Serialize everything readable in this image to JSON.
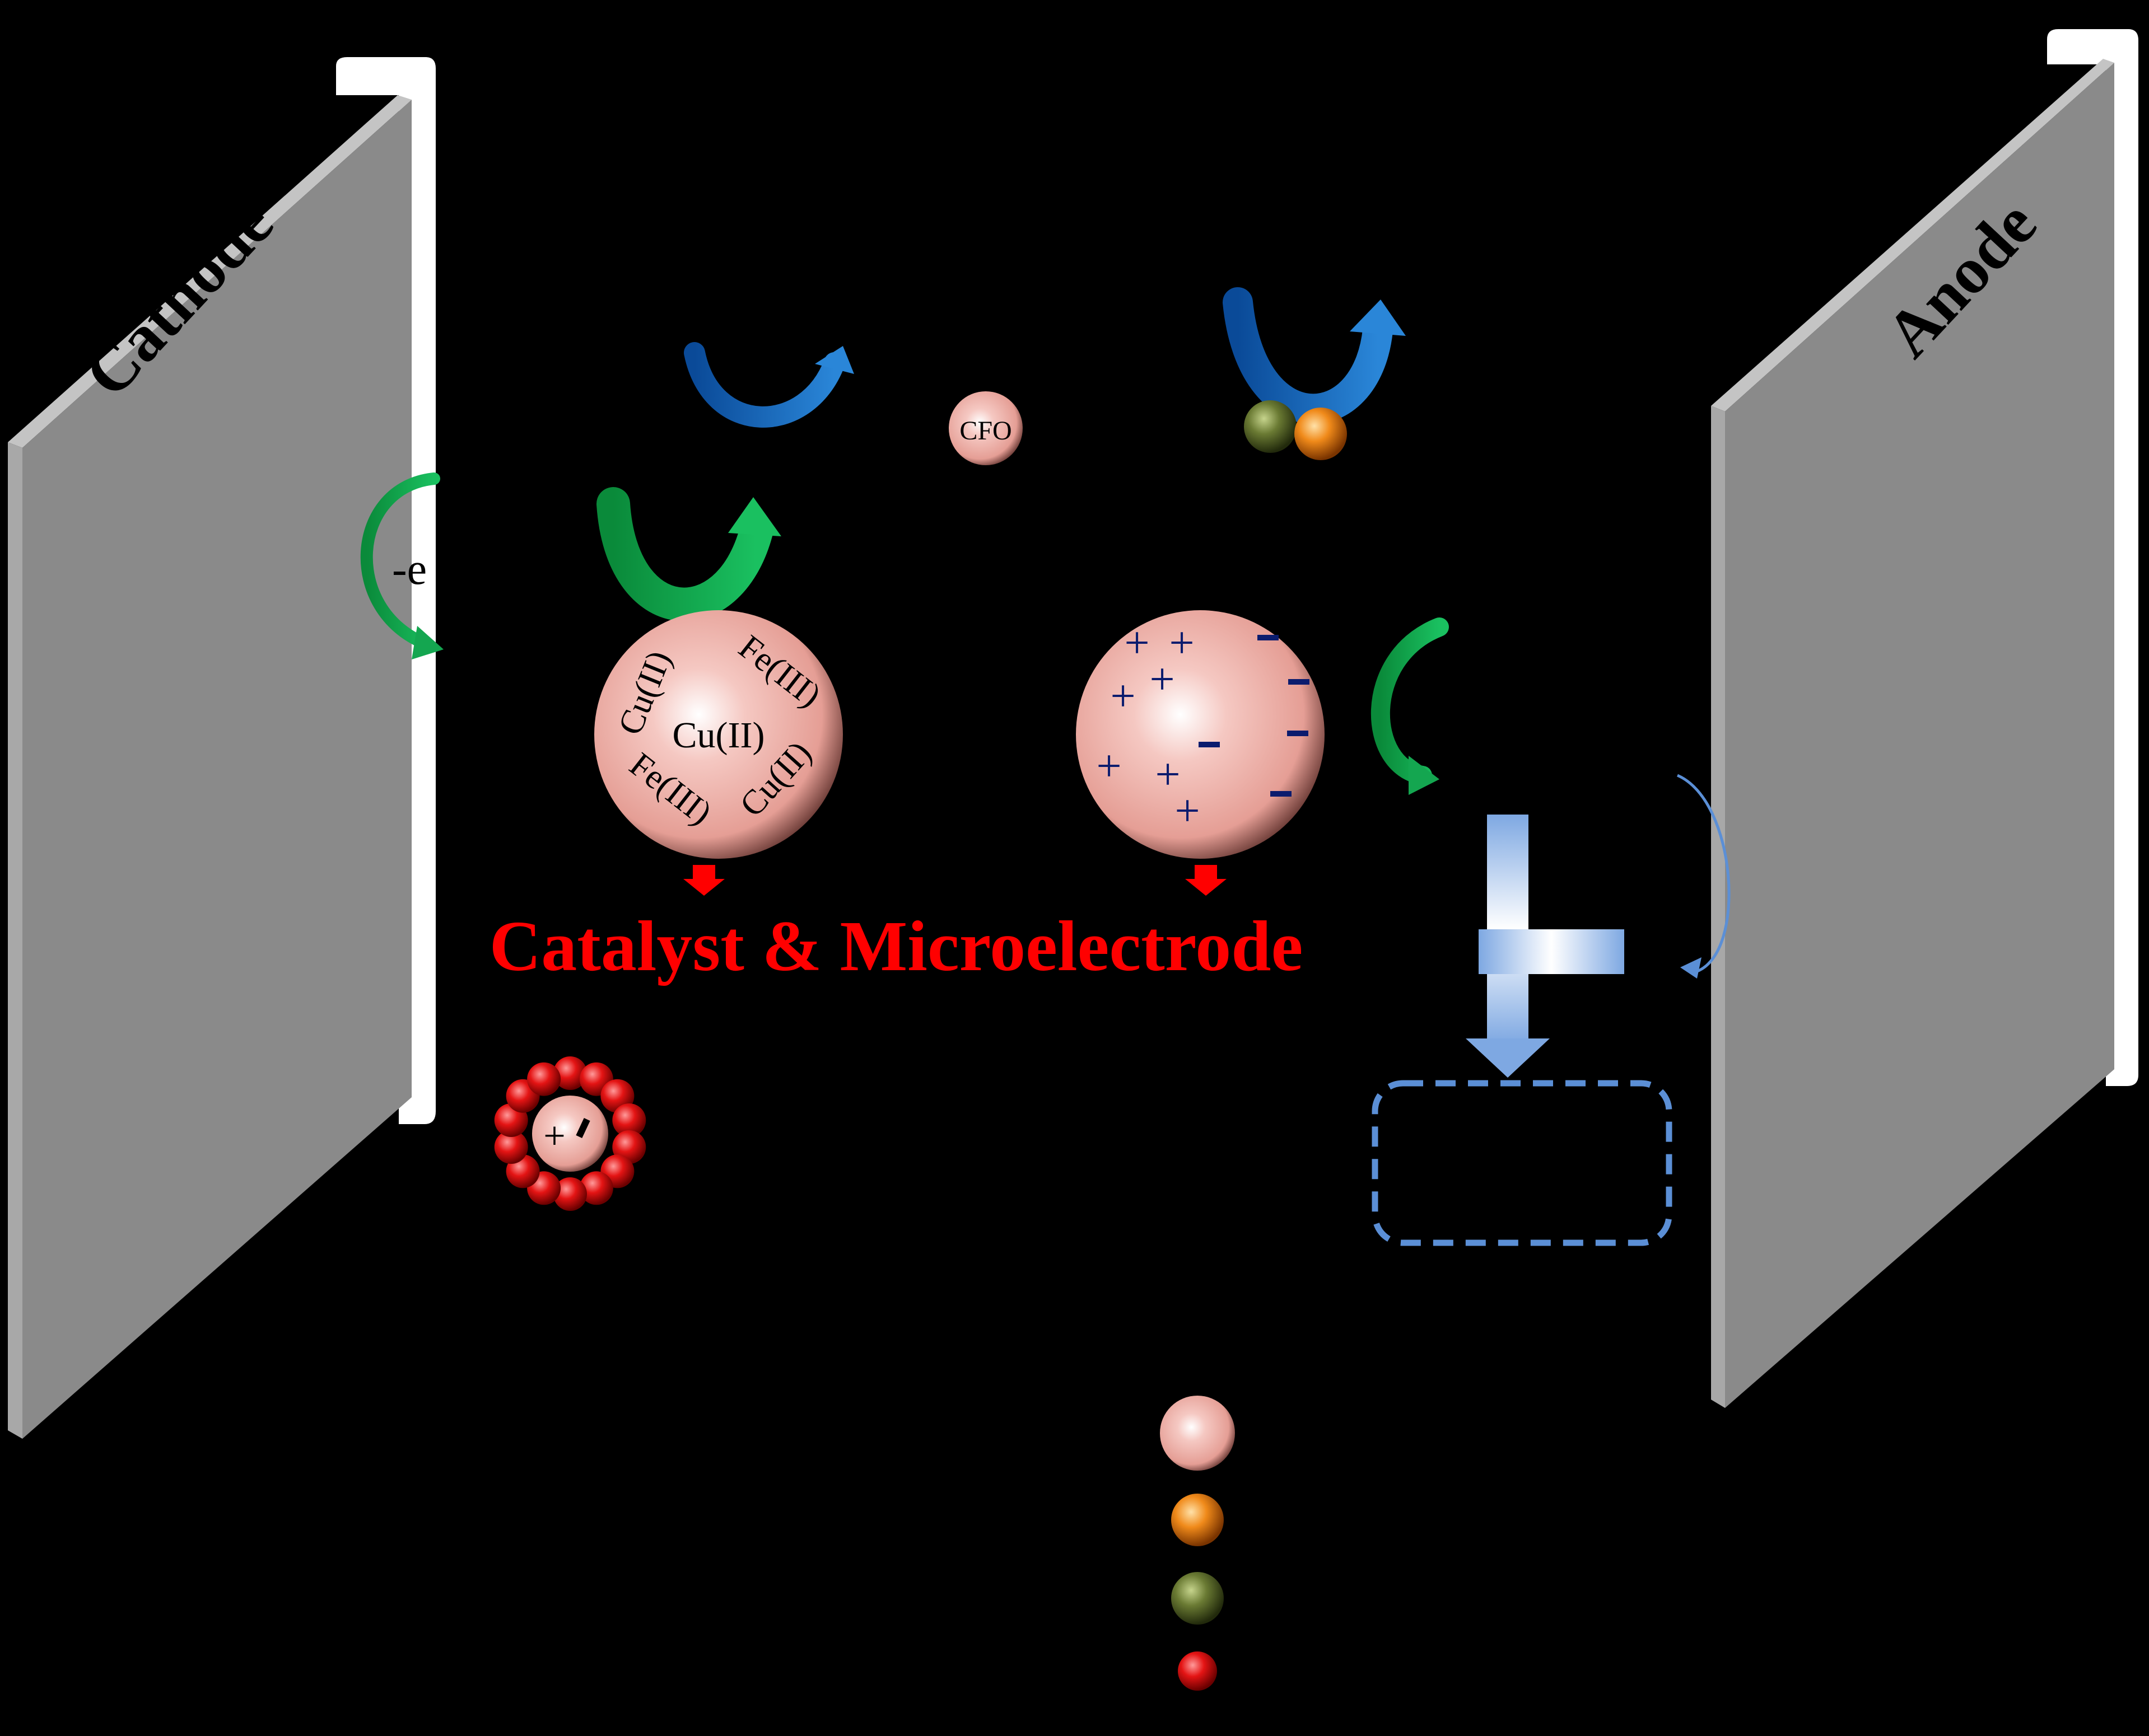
{
  "electrodes": {
    "cathode_label": "Cathode",
    "anode_label": "Anode"
  },
  "cathode_reaction": {
    "electron_label": "-e"
  },
  "catalyst_particle": {
    "ions": [
      "Cu(II)",
      "Fe(III)",
      "Cu(II)",
      "Fe(III)",
      "Cu(II)"
    ]
  },
  "small_particle": {
    "label": "CFO"
  },
  "main_caption": "Catalyst & Microelectrode",
  "charges": {
    "plus": "+",
    "minus": "-"
  },
  "colors": {
    "background": "#000000",
    "electrode_face": "#808080",
    "particle_pink": "#e9a9a2",
    "green_arrow": "#10a14a",
    "blue_arrow": "#1565b5",
    "caption_red": "#ff0000",
    "legend_orange": "#f07d10",
    "legend_olive": "#5b6e2b",
    "legend_red": "#e01010",
    "dashed_box": "#5b8fd6"
  },
  "legend": {
    "items": [
      {
        "icon": "pink-particle-icon"
      },
      {
        "icon": "orange-sphere-icon"
      },
      {
        "icon": "olive-sphere-icon"
      },
      {
        "icon": "red-sphere-icon"
      }
    ]
  }
}
